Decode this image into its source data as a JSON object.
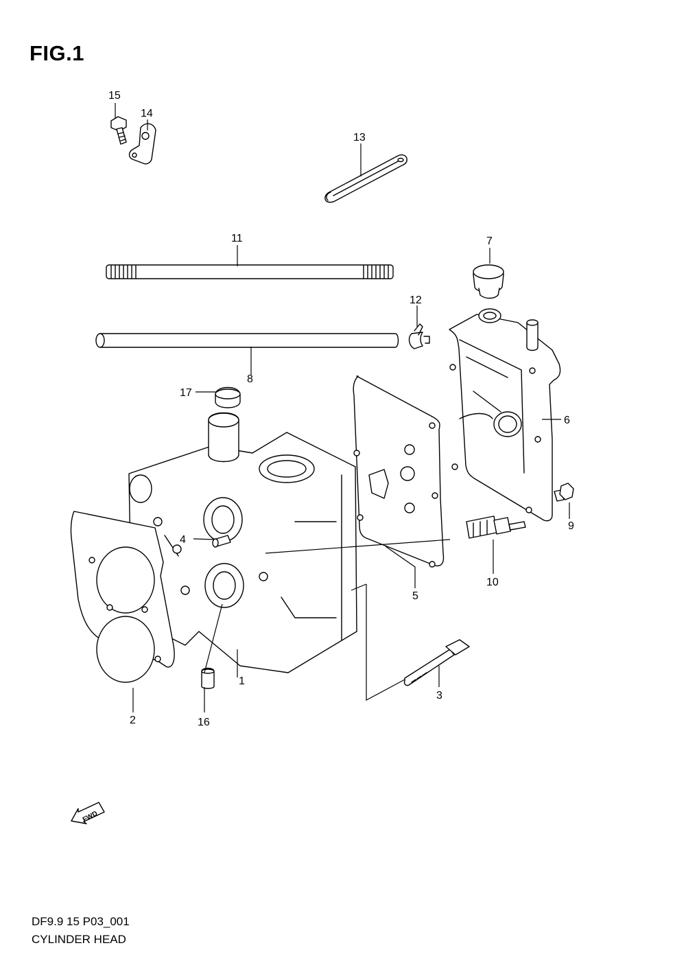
{
  "figure": {
    "title": "FIG.1",
    "model_code": "DF9.9 15 P03_001",
    "name": "CYLINDER HEAD"
  },
  "callouts": [
    {
      "id": "c1",
      "label": "1"
    },
    {
      "id": "c2",
      "label": "2"
    },
    {
      "id": "c3",
      "label": "3"
    },
    {
      "id": "c4",
      "label": "4"
    },
    {
      "id": "c5",
      "label": "5"
    },
    {
      "id": "c6",
      "label": "6"
    },
    {
      "id": "c7",
      "label": "7"
    },
    {
      "id": "c8",
      "label": "8"
    },
    {
      "id": "c9",
      "label": "9"
    },
    {
      "id": "c10",
      "label": "10"
    },
    {
      "id": "c11",
      "label": "11"
    },
    {
      "id": "c12",
      "label": "12"
    },
    {
      "id": "c13",
      "label": "13"
    },
    {
      "id": "c14",
      "label": "14"
    },
    {
      "id": "c15",
      "label": "15"
    },
    {
      "id": "c16",
      "label": "16"
    },
    {
      "id": "c17",
      "label": "17"
    }
  ],
  "fwd_arrow": {
    "label": "FWD",
    "icon": "forward-direction-arrow-icon"
  }
}
